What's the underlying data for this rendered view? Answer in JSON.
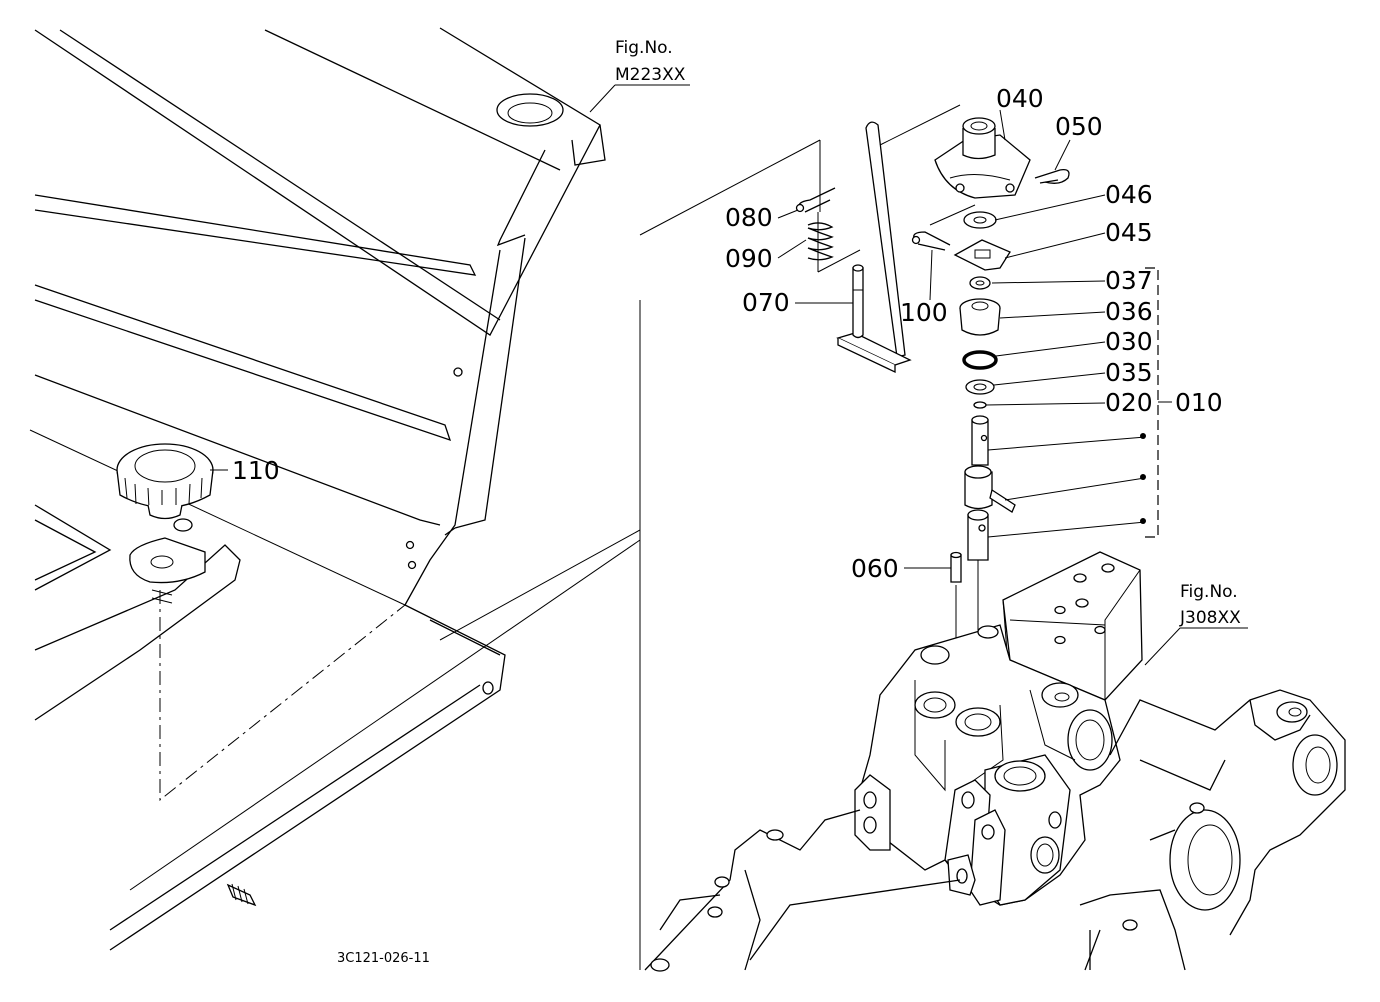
{
  "figure_refs": [
    {
      "line1": "Fig.No.",
      "line2": "M223XX"
    },
    {
      "line1": "Fig.No.",
      "line2": "J308XX"
    }
  ],
  "part_labels": [
    "040",
    "050",
    "046",
    "045",
    "037",
    "036",
    "030",
    "035",
    "020",
    "010",
    "080",
    "090",
    "070",
    "100",
    "110",
    "060"
  ],
  "drawing_code": "3C121-026-11"
}
